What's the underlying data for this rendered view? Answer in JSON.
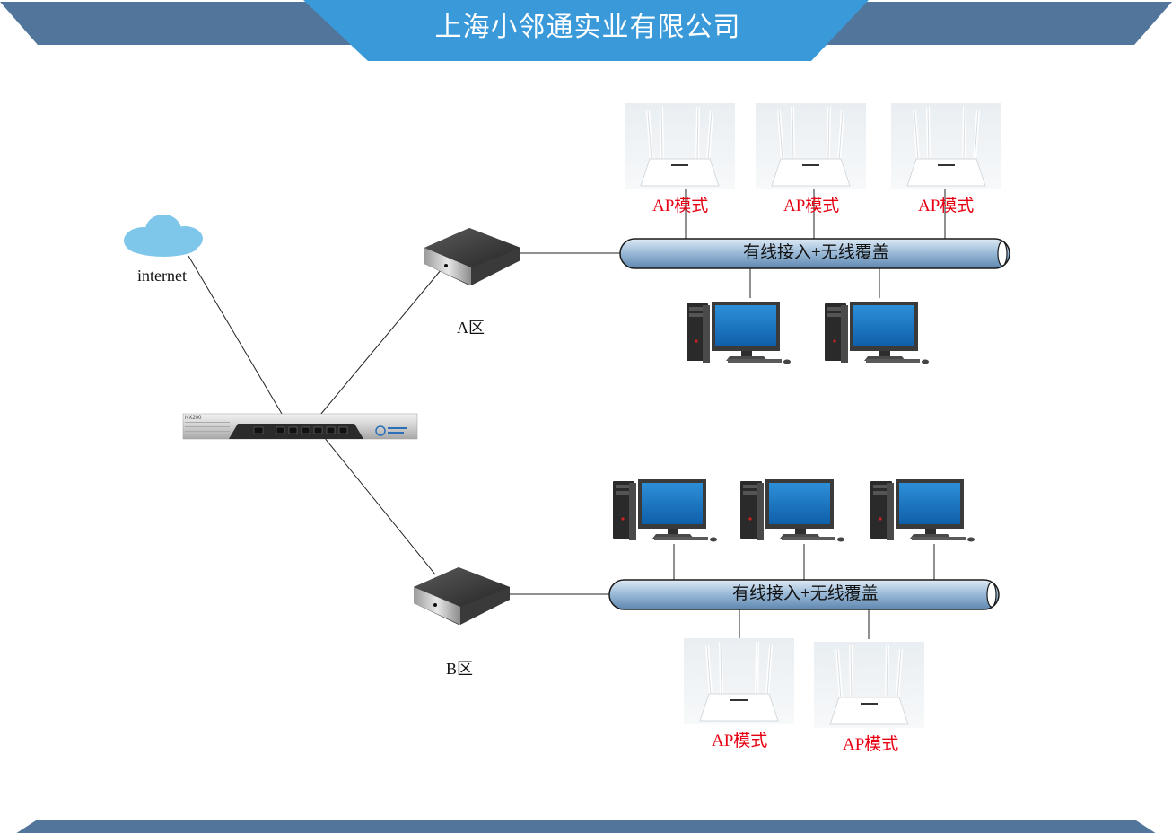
{
  "header": {
    "title": "上海小邻通实业有限公司"
  },
  "internet": {
    "label": "internet"
  },
  "router": {
    "model": "NX200"
  },
  "zones": [
    {
      "label": "A区",
      "bus_label": "有线接入+无线覆盖",
      "ap_labels": [
        "AP模式",
        "AP模式",
        "AP模式"
      ]
    },
    {
      "label": "B区",
      "bus_label": "有线接入+无线覆盖",
      "ap_labels": [
        "AP模式",
        "AP模式"
      ]
    }
  ],
  "colors": {
    "banner": "#3a99d9",
    "banner_dark": "#52759b",
    "ap_text": "#e60012",
    "bus": "#8fb3d4",
    "cloud": "#7fc7ea"
  }
}
